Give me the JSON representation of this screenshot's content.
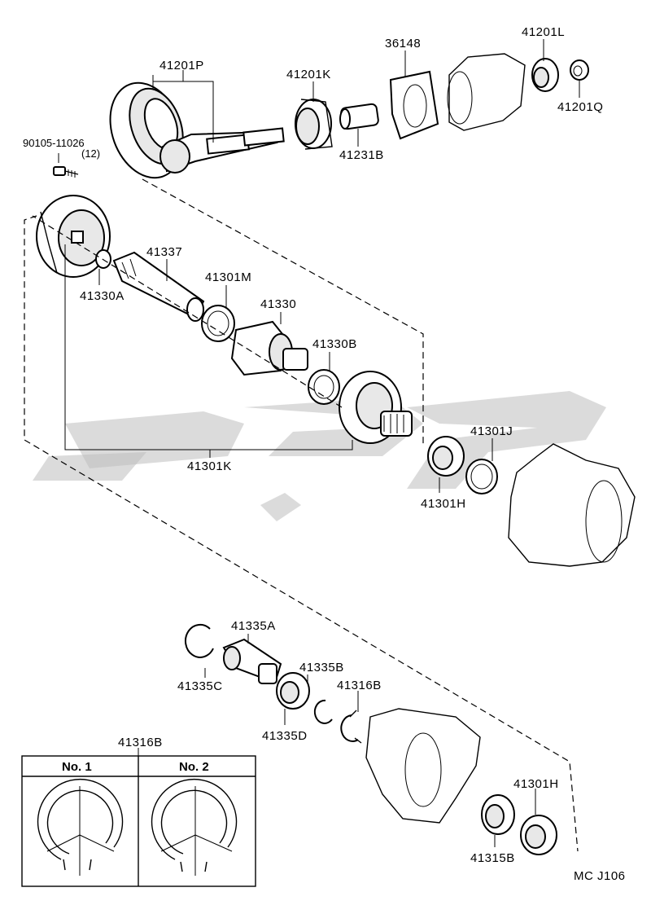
{
  "parts": {
    "p41201P": "41201P",
    "p41201K": "41201K",
    "p36148": "36148",
    "p41201L": "41201L",
    "p41201Q": "41201Q",
    "p41231B": "41231B",
    "p90105": "90105-11026",
    "p90105qty": "(12)",
    "p41337": "41337",
    "p41301M": "41301M",
    "p41330A": "41330A",
    "p41330": "41330",
    "p41330B": "41330B",
    "p41301J": "41301J",
    "p41301K": "41301K",
    "p41301H_top": "41301H",
    "p41335A": "41335A",
    "p41335C": "41335C",
    "p41335B": "41335B",
    "p41316B": "41316B",
    "p41335D": "41335D",
    "p41301H_bottom": "41301H",
    "p41315B": "41315B"
  },
  "inset": {
    "title": "41316B",
    "col1": "No. 1",
    "col2": "No. 2"
  },
  "footer": {
    "code": "MC J106"
  }
}
